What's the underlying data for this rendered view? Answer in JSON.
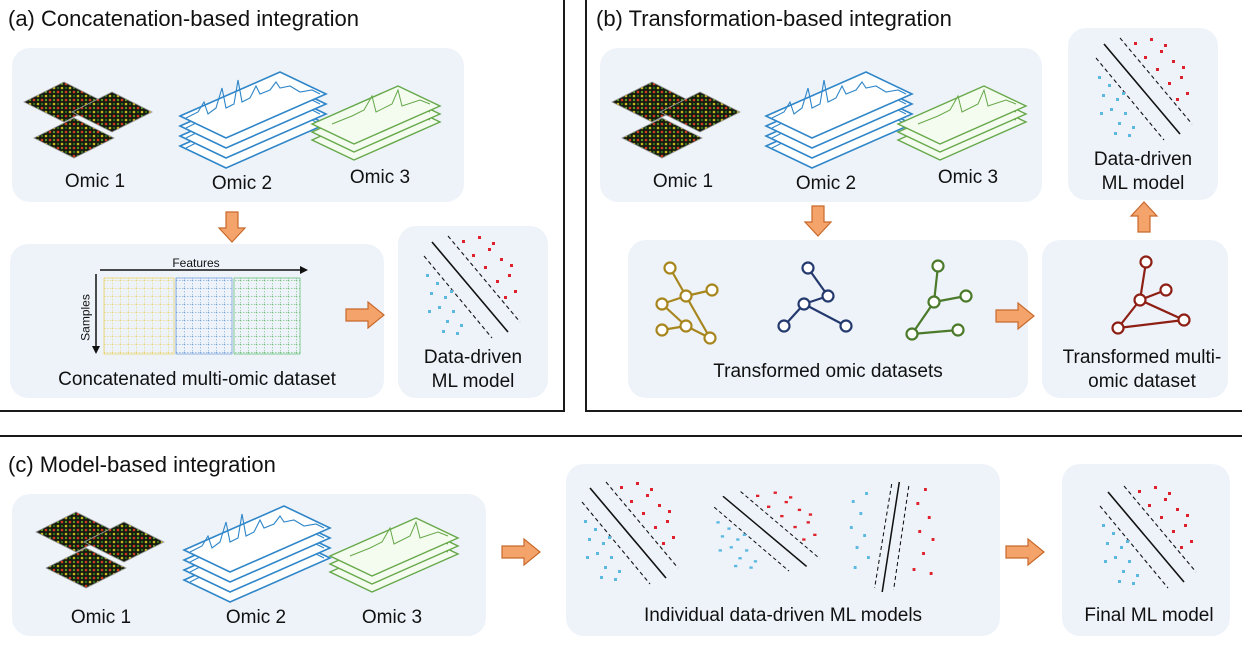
{
  "panel_a": {
    "title": "(a) Concatenation-based integration",
    "omic1": "Omic 1",
    "omic2": "Omic 2",
    "omic3": "Omic 3",
    "features_label": "Features",
    "samples_label": "Samples",
    "dataset_label": "Concatenated multi-omic dataset",
    "model_line1": "Data-driven",
    "model_line2": "ML model"
  },
  "panel_b": {
    "title": "(b) Transformation-based integration",
    "omic1": "Omic 1",
    "omic2": "Omic 2",
    "omic3": "Omic 3",
    "model_line1": "Data-driven",
    "model_line2": "ML model",
    "transformed_label": "Transformed omic datasets",
    "multi_line1": "Transformed multi-",
    "multi_line2": "omic dataset"
  },
  "panel_c": {
    "title": "(c) Model-based integration",
    "omic1": "Omic 1",
    "omic2": "Omic 2",
    "omic3": "Omic 3",
    "individual_label": "Individual data-driven ML models",
    "final_label": "Final ML model"
  },
  "colors": {
    "arrow": "#f4a46a",
    "arrow_stroke": "#c8692c",
    "tile": "#eef3fa",
    "red_point": "#e0202a",
    "blue_point": "#5bb8e0",
    "omic2_blue": "#2f86c8",
    "omic3_green": "#66a84a",
    "graph_gold": "#a8861e",
    "graph_navy": "#24396e",
    "graph_green": "#4b7a2a",
    "graph_red": "#8e1f14"
  }
}
